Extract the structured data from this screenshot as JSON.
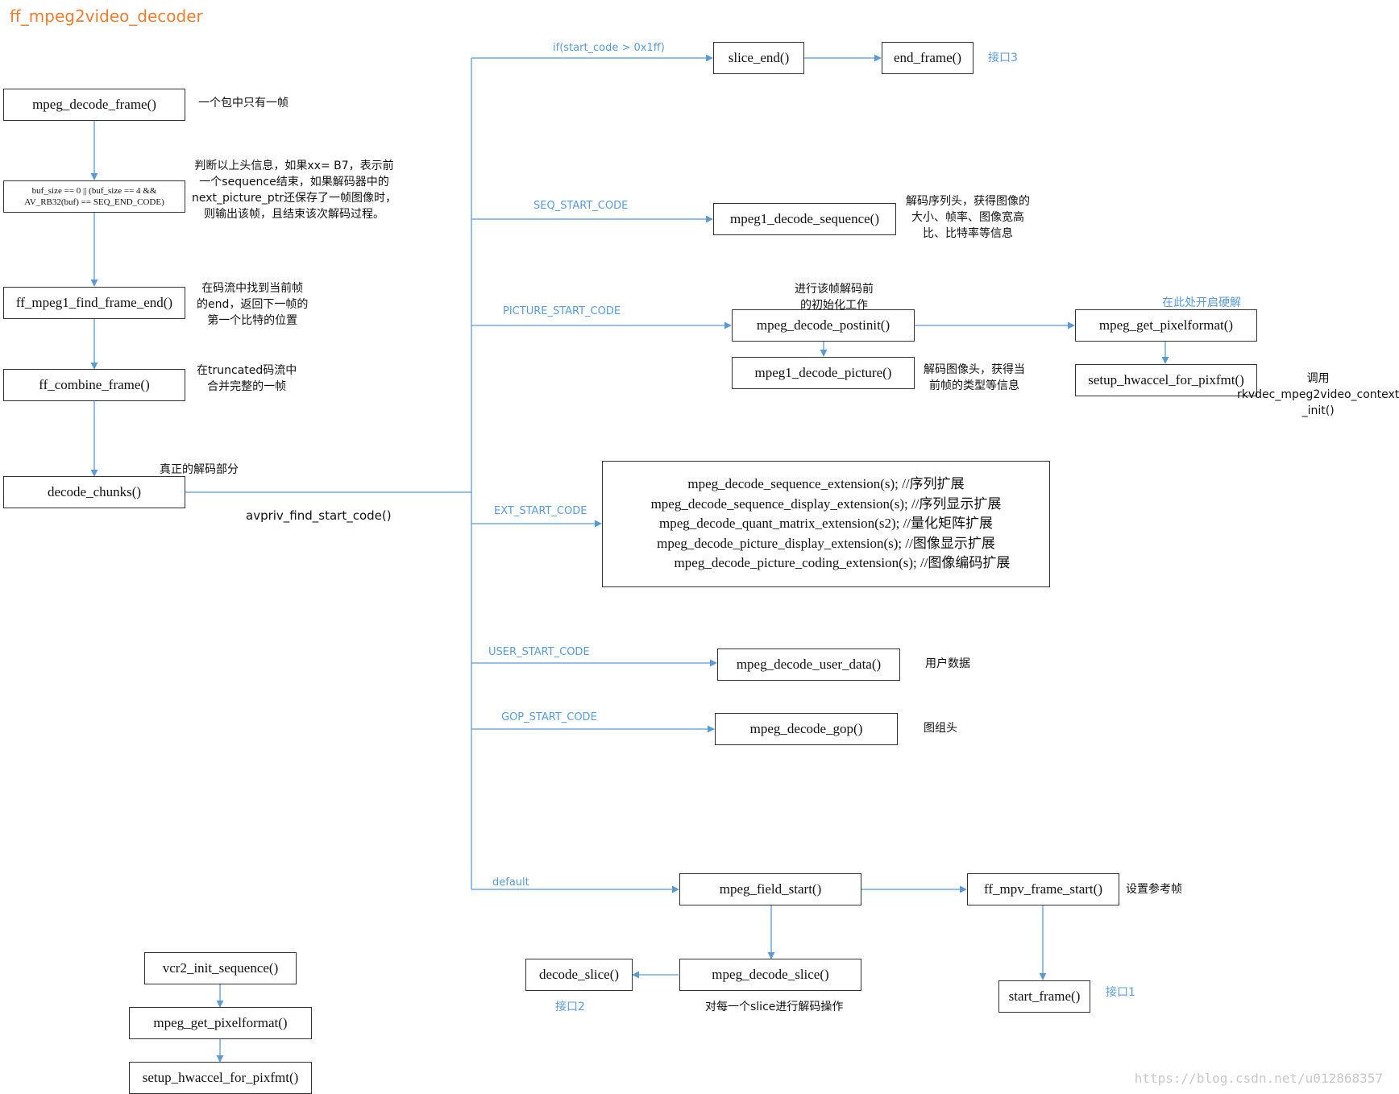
{
  "title": "ff_mpeg2video_decoder",
  "colors": {
    "line": "#5b9bd5",
    "box_border": "#333333",
    "title": "#ed7d31",
    "label": "#5b9bd5"
  },
  "main_chain": {
    "mpeg_decode_frame": "mpeg_decode_frame()",
    "buf_check_line1": "buf_size == 0 || (buf_size == 4 &&",
    "buf_check_line2": "AV_RB32(buf) == SEQ_END_CODE)",
    "find_frame_end": "ff_mpeg1_find_frame_end()",
    "combine_frame": "ff_combine_frame()",
    "decode_chunks": "decode_chunks()"
  },
  "notes": {
    "one_frame": "一个包中只有一帧",
    "seq_end_1": "判断以上头信息，如果xx= B7，表示前",
    "seq_end_2": "一个sequence结束，如果解码器中的",
    "seq_end_3": "next_picture_ptr还保存了一帧图像时，",
    "seq_end_4": "则输出该帧，且结束该次解码过程。",
    "find_end_1": "在码流中找到当前帧",
    "find_end_2": "的end，返回下一帧的",
    "find_end_3": "第一个比特的位置",
    "combine_1": "在truncated码流中",
    "combine_2": "合并完整的一帧",
    "real_decode": "真正的解码部分",
    "find_start_code": "avpriv_find_start_code()",
    "seq_info_1": "解码序列头，获得图像的",
    "seq_info_2": "大小、帧率、图像宽高",
    "seq_info_3": "比、比特率等信息",
    "postinit_1": "进行该帧解码前",
    "postinit_2": "的初始化工作",
    "hw_here": "在此处开启硬解",
    "pic_hdr_1": "解码图像头，获得当",
    "pic_hdr_2": "前帧的类型等信息",
    "call_1": "调用",
    "call_2": "rkvdec_mpeg2video_context",
    "call_3": "_init()",
    "user_data": "用户数据",
    "gop": "图组头",
    "ref_frame": "设置参考帧",
    "per_slice": "对每一个slice进行解码操作",
    "iface1": "接口1",
    "iface2": "接口2",
    "iface3": "接口3"
  },
  "branches": {
    "slice_end_cond": "if(start_code > 0x1ff)",
    "seq_start": "SEQ_START_CODE",
    "picture_start": "PICTURE_START_CODE",
    "ext_start": "EXT_START_CODE",
    "user_start": "USER_START_CODE",
    "gop_start": "GOP_START_CODE",
    "default": "default"
  },
  "functions": {
    "slice_end": "slice_end()",
    "end_frame": "end_frame()",
    "decode_sequence": "mpeg1_decode_sequence()",
    "postinit": "mpeg_decode_postinit()",
    "decode_picture": "mpeg1_decode_picture()",
    "get_pixelformat": "mpeg_get_pixelformat()",
    "setup_hwaccel": "setup_hwaccel_for_pixfmt()",
    "user_data": "mpeg_decode_user_data()",
    "gop": "mpeg_decode_gop()",
    "field_start": "mpeg_field_start()",
    "mpv_frame_start": "ff_mpv_frame_start()",
    "start_frame": "start_frame()",
    "decode_slice_outer": "mpeg_decode_slice()",
    "decode_slice_inner": "decode_slice()"
  },
  "extensions": [
    "mpeg_decode_sequence_extension(s); //序列扩展",
    "mpeg_decode_sequence_display_extension(s); //序列显示扩展",
    "mpeg_decode_quant_matrix_extension(s2); //量化矩阵扩展",
    "mpeg_decode_picture_display_extension(s); //图像显示扩展",
    "mpeg_decode_picture_coding_extension(s); //图像编码扩展"
  ],
  "vcr2_chain": {
    "init": "vcr2_init_sequence()",
    "get_pixelformat": "mpeg_get_pixelformat()",
    "setup_hwaccel": "setup_hwaccel_for_pixfmt()"
  },
  "watermark": "https://blog.csdn.net/u012868357"
}
